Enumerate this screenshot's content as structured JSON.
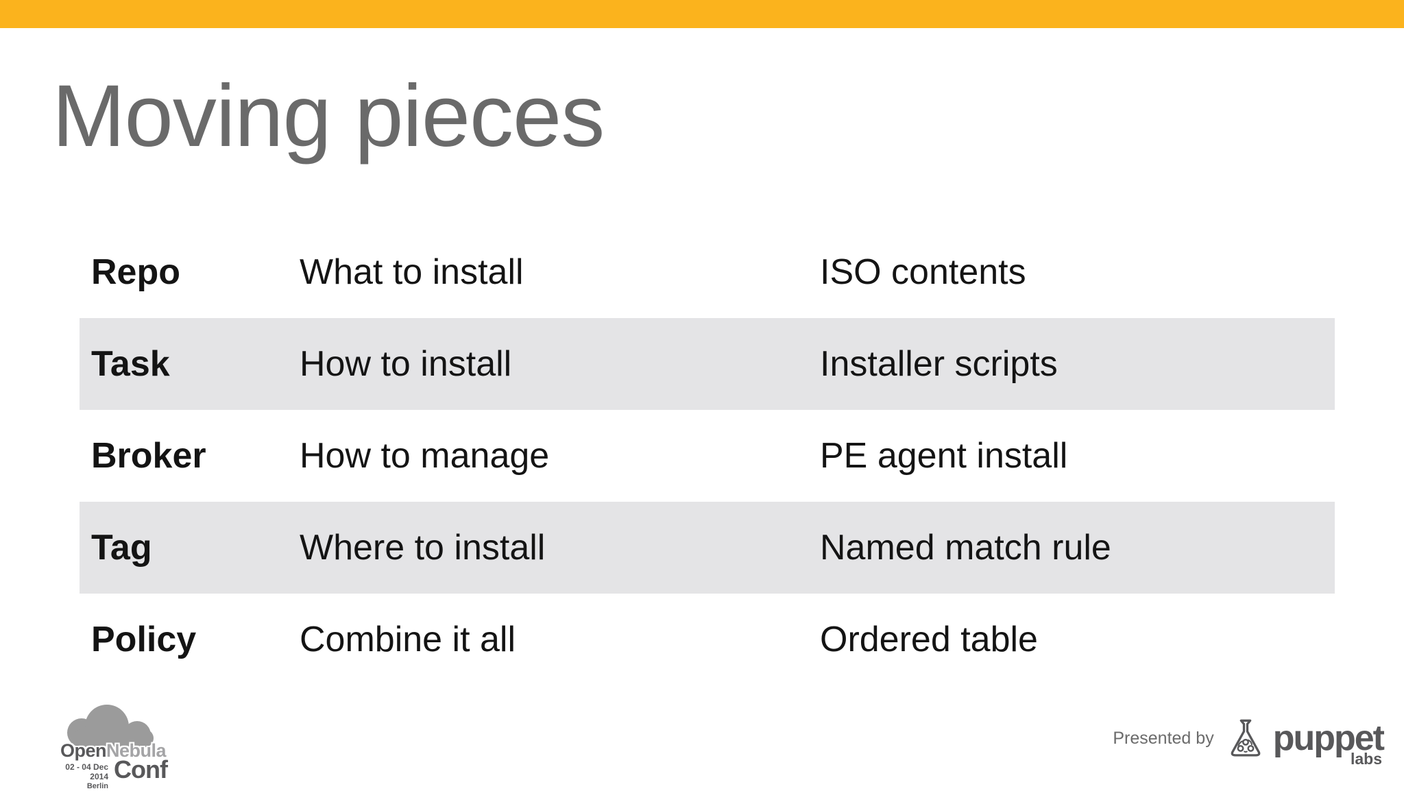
{
  "slide": {
    "title": "Moving pieces",
    "accent_color": "#FBB31D",
    "row_alt_color": "#E4E4E6",
    "title_color": "#6A6A6A",
    "text_color": "#141414"
  },
  "table": {
    "rows": [
      {
        "term": "Repo",
        "description": "What to install",
        "implementation": "ISO contents"
      },
      {
        "term": "Task",
        "description": "How to install",
        "implementation": "Installer scripts"
      },
      {
        "term": "Broker",
        "description": "How to manage",
        "implementation": "PE agent install"
      },
      {
        "term": "Tag",
        "description": "Where to install",
        "implementation": "Named match rule"
      },
      {
        "term": "Policy",
        "description": "Combine it all",
        "implementation": "Ordered table"
      }
    ]
  },
  "footer": {
    "opennebula": {
      "brand_open": "Open",
      "brand_nebula": "Nebula",
      "brand_conf": "Conf",
      "dates": "02 - 04 Dec 2014",
      "location": "Berlin"
    },
    "presented_by": "Presented by",
    "puppet": {
      "name": "puppet",
      "sub": "labs"
    }
  }
}
